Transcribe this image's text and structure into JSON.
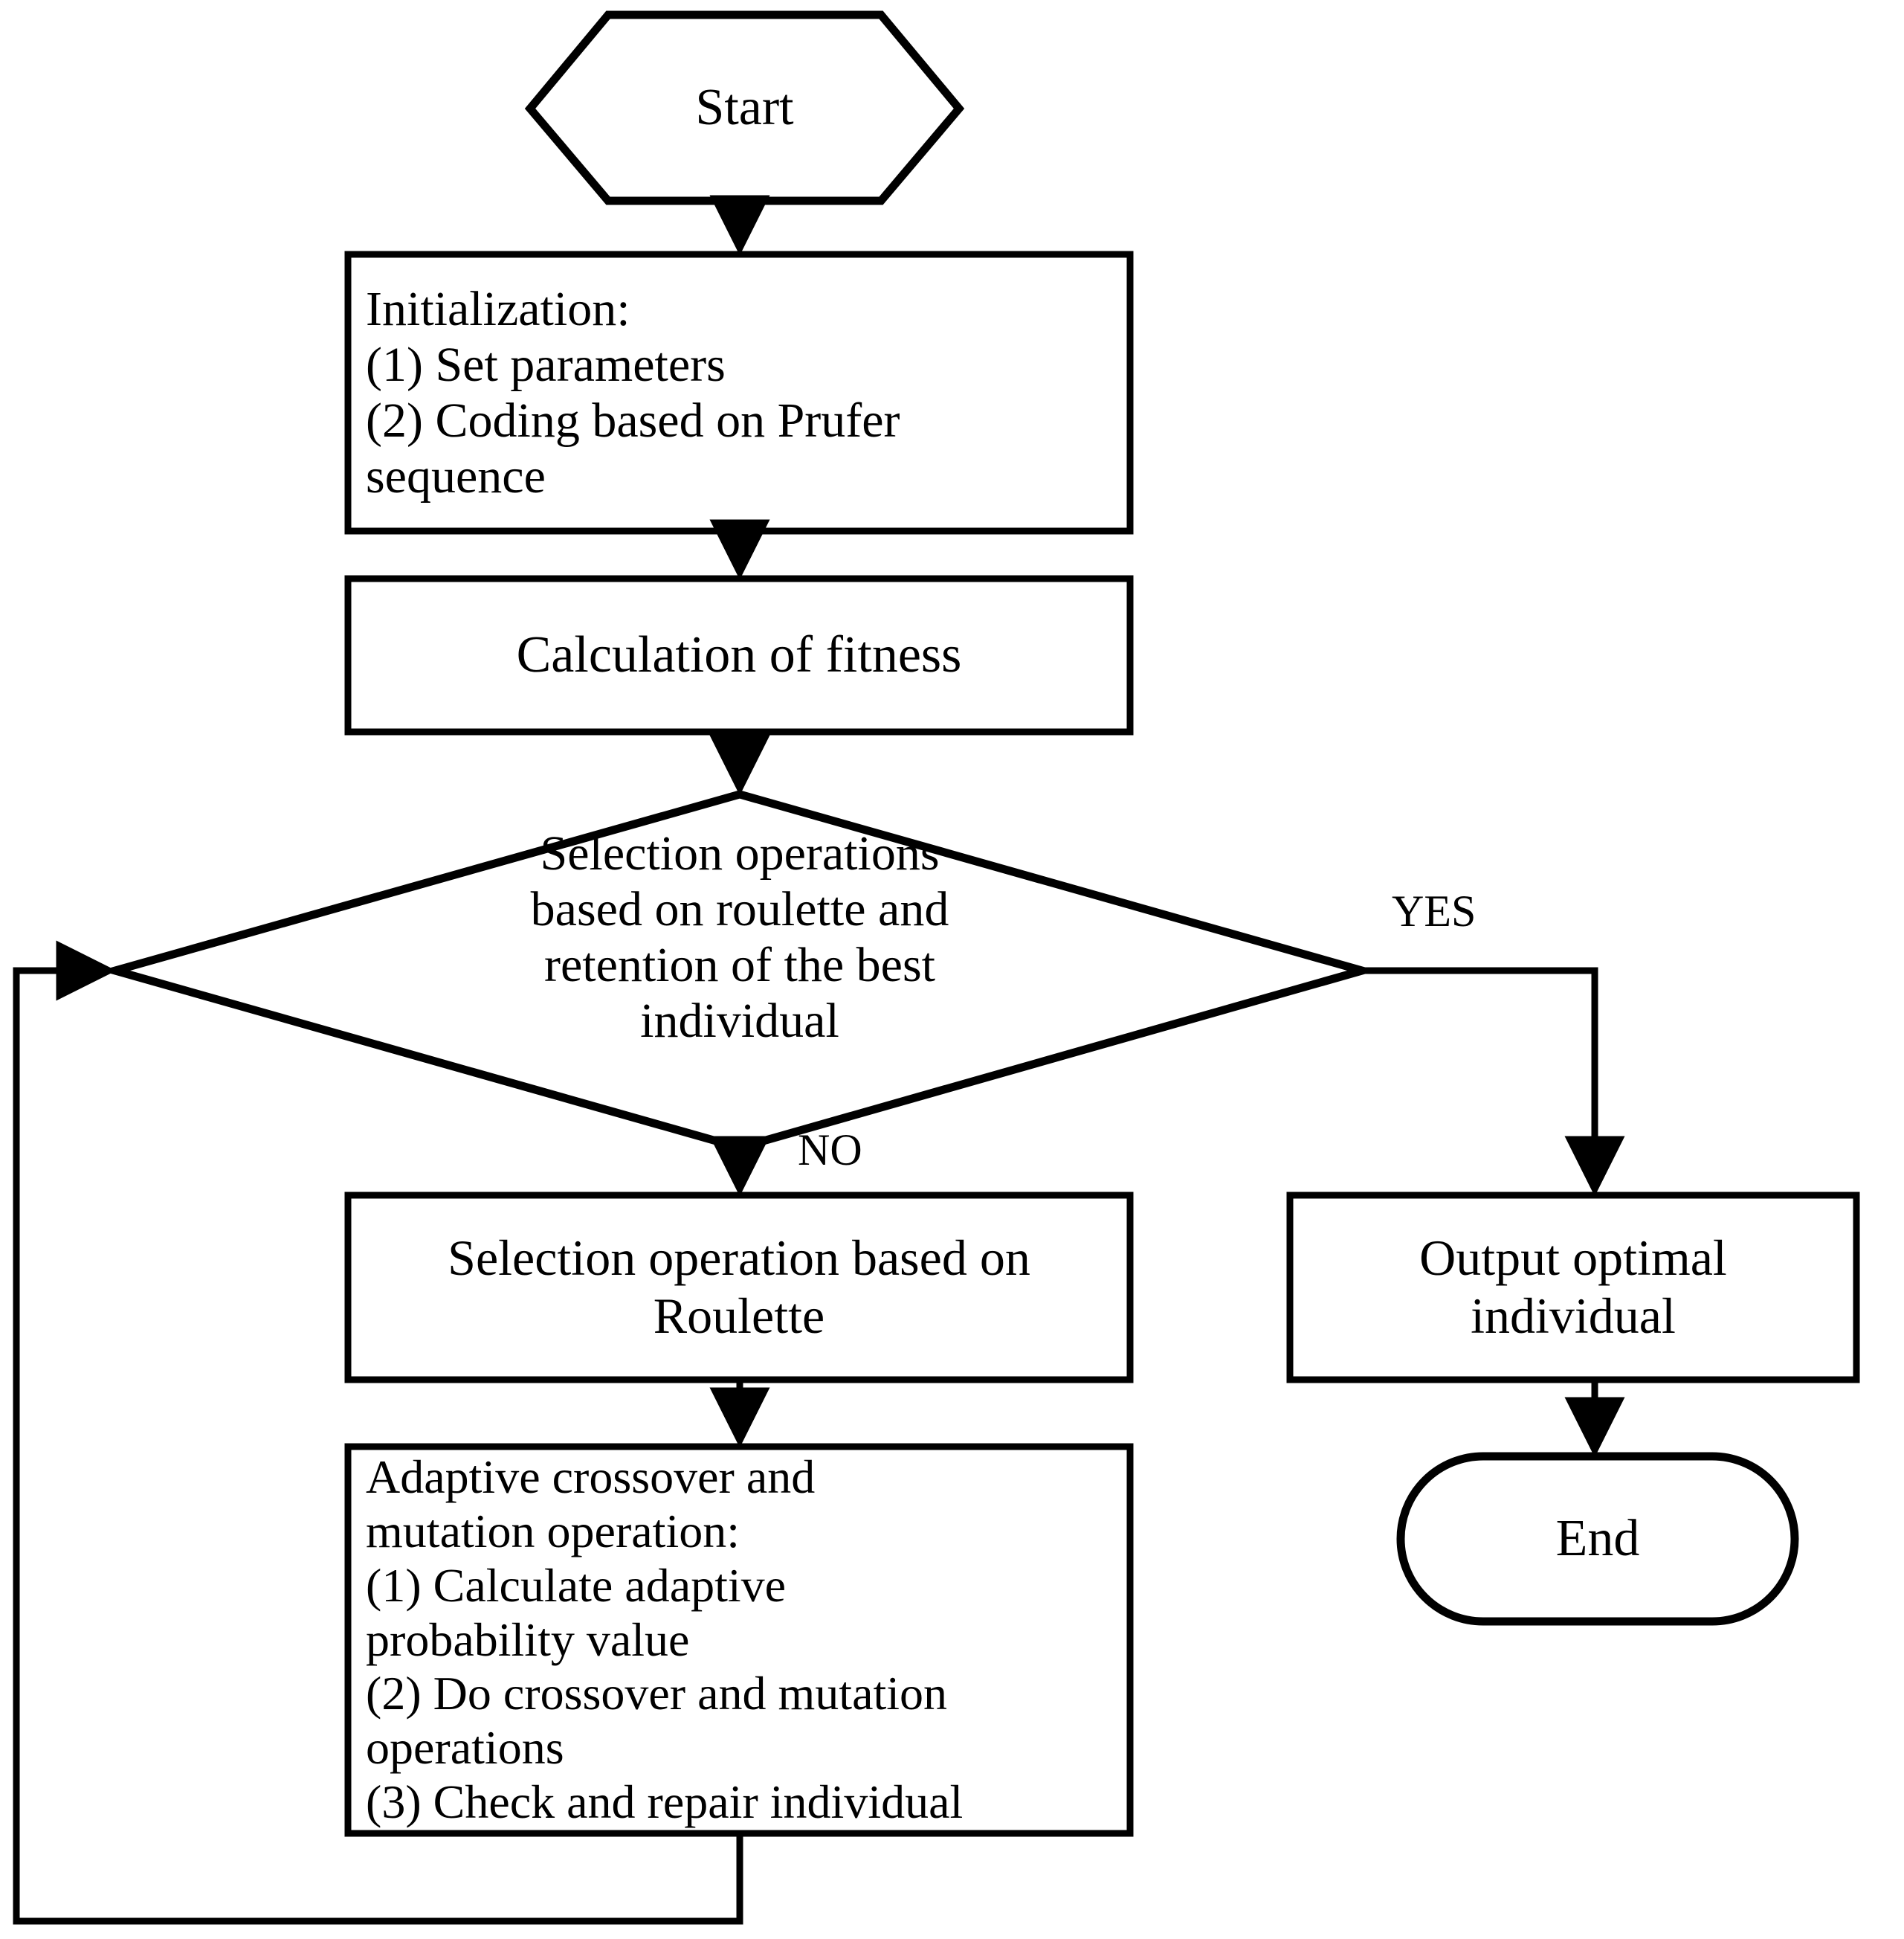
{
  "diagram": {
    "title": "Genetic algorithm flowchart",
    "background_color": "#ffffff",
    "stroke_color": "#000000"
  },
  "nodes": {
    "start": {
      "label": "Start",
      "shape": "hexagon"
    },
    "initialization": {
      "label": "Initialization:\n(1) Set parameters\n(2) Coding based on Prufer\nsequence",
      "shape": "rectangle"
    },
    "fitness": {
      "label": "Calculation of fitness",
      "shape": "rectangle"
    },
    "decision": {
      "label": "Selection operations\nbased on roulette and\nretention of the best\nindividual",
      "shape": "diamond"
    },
    "roulette": {
      "label": "Selection operation based on\nRoulette",
      "shape": "rectangle"
    },
    "adaptive": {
      "label": "Adaptive crossover and\nmutation operation:\n(1) Calculate adaptive\nprobability value\n(2) Do crossover and mutation\noperations\n(3) Check and repair individual",
      "shape": "rectangle"
    },
    "output": {
      "label": "Output optimal\nindividual",
      "shape": "rectangle"
    },
    "end": {
      "label": "End",
      "shape": "stadium"
    }
  },
  "edge_labels": {
    "yes": "YES",
    "no": "NO"
  }
}
